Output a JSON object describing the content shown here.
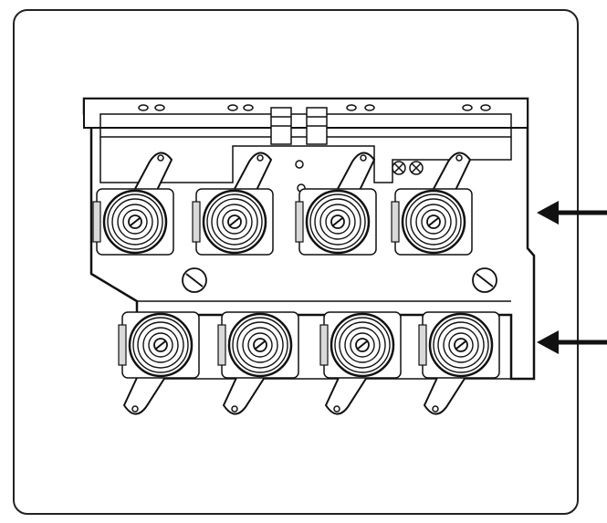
{
  "figure": {
    "subject": "tension-assembly",
    "upper_row_disc_count": 4,
    "lower_row_disc_count": 4,
    "arrow_count": 2
  },
  "colors": {
    "line": "#111111",
    "fill": "#ffffff",
    "frame": "#222222",
    "shade": "#d9d9d9"
  }
}
